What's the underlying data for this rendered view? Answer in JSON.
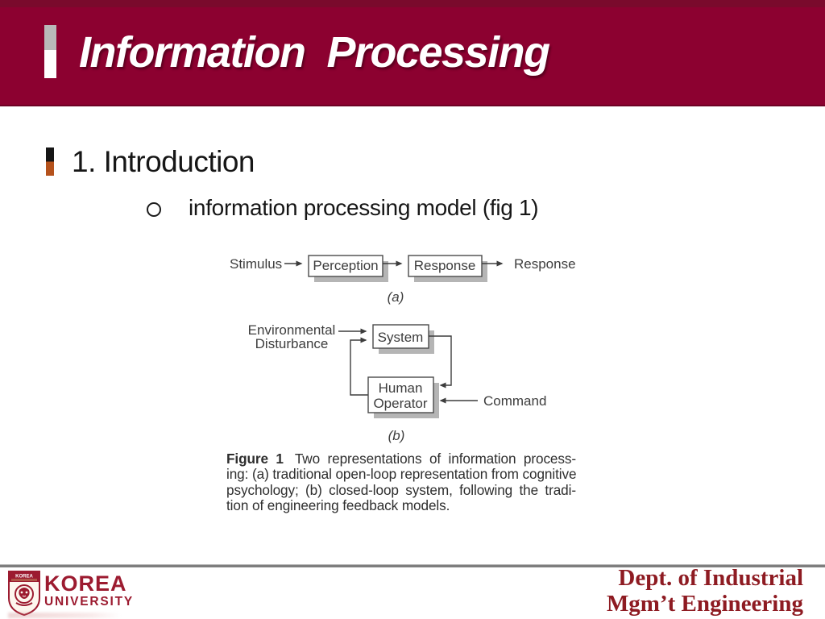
{
  "slide": {
    "title": "Information  Processing",
    "heading": "1. Introduction",
    "bullet": "information processing model (fig 1)"
  },
  "figure": {
    "part_a": {
      "input_label": "Stimulus",
      "box1": "Perception",
      "box2": "Response",
      "output_label": "Response",
      "caption": "(a)"
    },
    "part_b": {
      "disturbance_line1": "Environmental",
      "disturbance_line2": "Disturbance",
      "box1": "System",
      "box2_line1": "Human",
      "box2_line2": "Operator",
      "command_label": "Command",
      "caption": "(b)"
    },
    "caption": {
      "label": "Figure 1",
      "line1": "Two representations of information process-",
      "line2": "ing: (a) traditional open-loop representation from cognitive",
      "line3": "psychology; (b) closed-loop system, following the tradi-",
      "line4": "tion of engineering feedback models."
    }
  },
  "footer": {
    "crest_text": "KOREA",
    "logo_primary": "KOREA",
    "logo_secondary": "UNIVERSITY",
    "dept_line1": "Dept. of Industrial",
    "dept_line2": "Mgm’t Engineering"
  },
  "colors": {
    "header_crimson": "#8C0130",
    "ku_crimson": "#9C1B30",
    "dept_red": "#8E1B22",
    "bullet_orange": "#B5521C",
    "figure_shadow": "#b5b5b5"
  }
}
